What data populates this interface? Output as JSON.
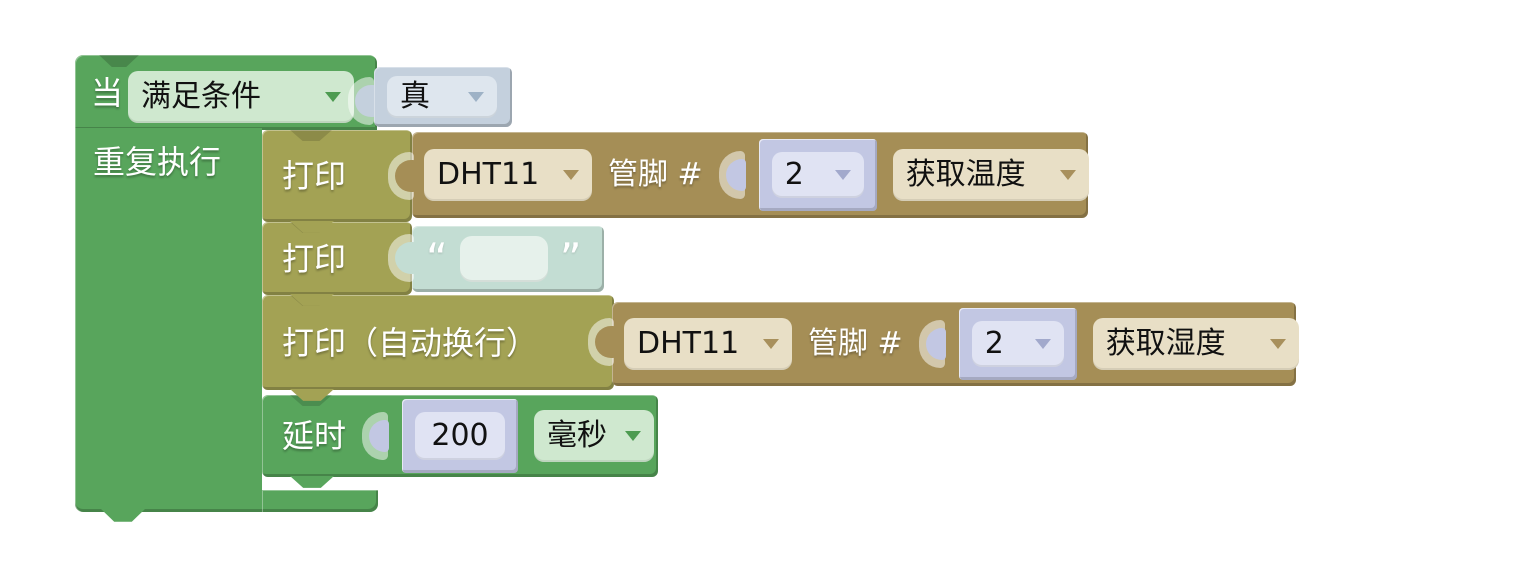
{
  "workspace": {
    "background": "#ffffff"
  },
  "palette": {
    "loop_green": "#58a55c",
    "print_olive": "#a3a254",
    "sensor_tan": "#a58e56",
    "number_lavender": "#c2c7e3",
    "boolean_blue": "#c4d0dd",
    "string_teal": "#c3ddd3",
    "field_green": "#cfe8cf",
    "field_cream": "#e8dfc6"
  },
  "loop_block": {
    "when_label": "当",
    "condition": {
      "selected": "满足条件"
    },
    "condition_value": {
      "selected": "真"
    },
    "repeat_label": "重复执行"
  },
  "statements": [
    {
      "label": "打印",
      "sensor": {
        "type_selected": "DHT11",
        "pin_label": "管脚 #",
        "pin_selected": "2",
        "reading_selected": "获取温度"
      }
    },
    {
      "label": "打印",
      "string": {
        "open_quote": "“",
        "value": "",
        "close_quote": "”"
      }
    },
    {
      "label": "打印（自动换行）",
      "sensor": {
        "type_selected": "DHT11",
        "pin_label": "管脚 #",
        "pin_selected": "2",
        "reading_selected": "获取湿度"
      }
    },
    {
      "label": "延时",
      "delay_value": "200",
      "unit_selected": "毫秒"
    }
  ]
}
